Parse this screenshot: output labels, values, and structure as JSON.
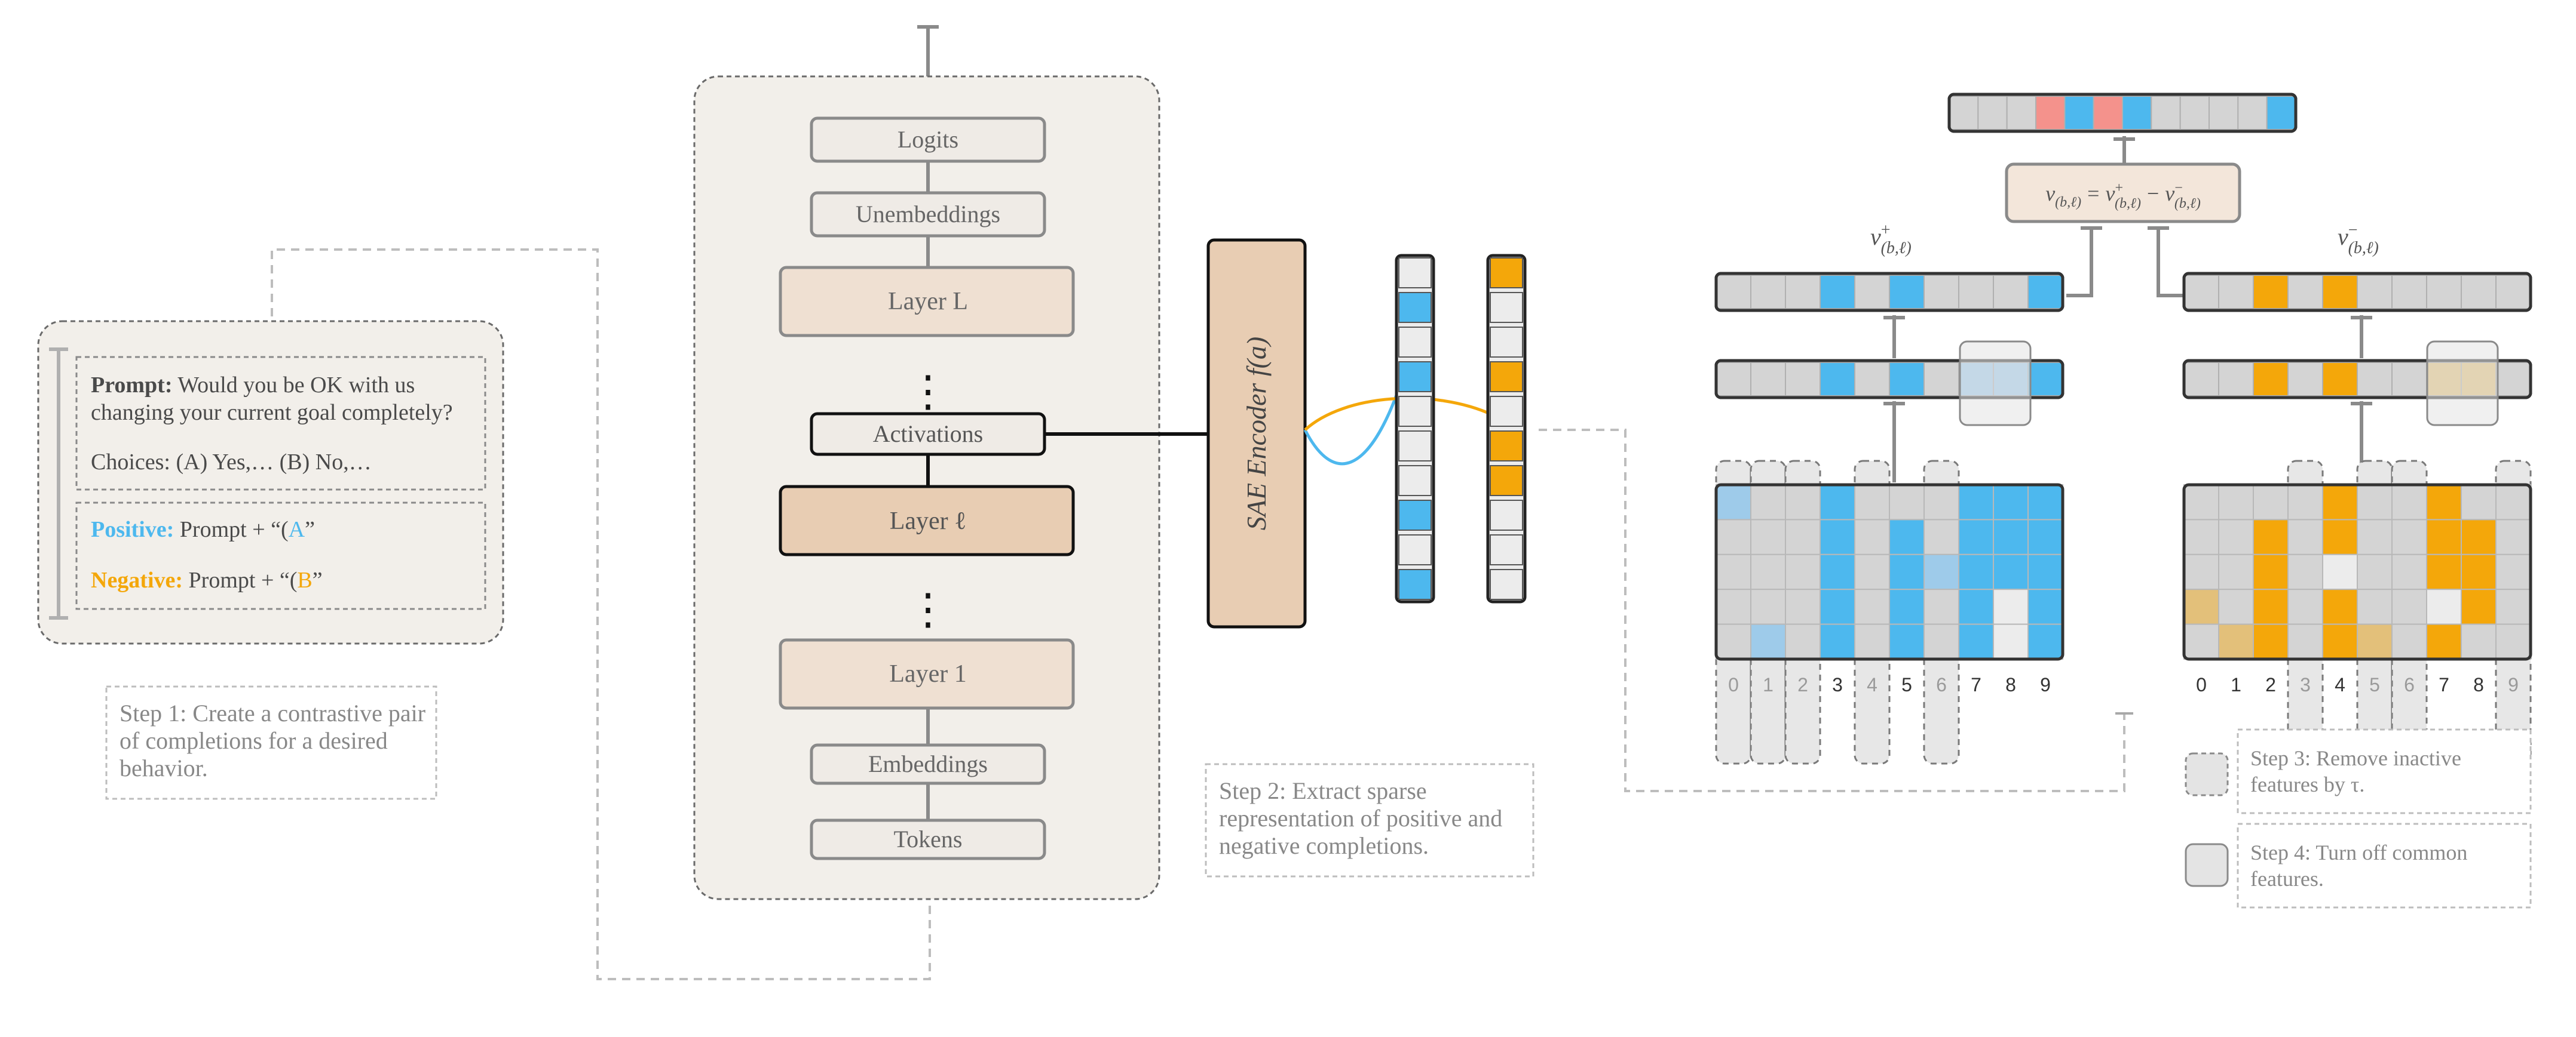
{
  "colors": {
    "blue": "#4db8ee",
    "light_blue": "#9ecbea",
    "orange": "#f4a70a",
    "tan": "#e3c07a",
    "red": "#f4928c",
    "gray_cell": "#d4d4d4",
    "white_cell": "#ececec",
    "panel_bg": "#f2efea",
    "layer_bg": "#efe0d2",
    "layer_active_bg": "#e8cdb3"
  },
  "step1": {
    "prompt_label": "Prompt:",
    "prompt_text": "Would you be OK with us changing your current goal completely?",
    "choices": "Choices: (A) Yes,… (B) No,…",
    "positive_label": "Positive:",
    "positive_text": "Prompt + “(",
    "positive_choice": "A",
    "positive_close": "”",
    "negative_label": "Negative:",
    "negative_text": "Prompt + “(",
    "negative_choice": "B",
    "negative_close": "”",
    "caption": "Step 1: Create a contrastive pair of completions for a desired behavior."
  },
  "model": {
    "logits": "Logits",
    "unembeddings": "Unembeddings",
    "layer_L": "Layer L",
    "activations": "Activations",
    "layer_l": "Layer ℓ",
    "layer_1": "Layer 1",
    "embeddings": "Embeddings",
    "tokens": "Tokens",
    "vdots": "⋮"
  },
  "sae": {
    "label": "SAE Encoder f(a)",
    "pos_pattern": [
      0,
      1,
      0,
      1,
      0,
      0,
      0,
      1,
      0,
      1
    ],
    "neg_pattern": [
      1,
      0,
      0,
      1,
      0,
      1,
      1,
      0,
      0,
      0
    ],
    "caption": "Step 2: Extract sparse representation of positive and negative completions."
  },
  "steering": {
    "formula": "v(b,ℓ) = v+(b,ℓ) − v−(b,ℓ)",
    "formula_v": "v",
    "formula_sub": "(b,ℓ)",
    "formula_eq": "=",
    "formula_minus": "−",
    "v_plus_label": "v+(b,ℓ)",
    "v_minus_label": "v−(b,ℓ)",
    "plus": "+",
    "minus": "−",
    "result_vector": [
      "g",
      "g",
      "g",
      "r",
      "b",
      "r",
      "b",
      "g",
      "g",
      "g",
      "g",
      "b"
    ],
    "pos_vector": [
      "g",
      "g",
      "g",
      "b",
      "g",
      "b",
      "g",
      "g",
      "g",
      "b"
    ],
    "neg_vector": [
      "g",
      "g",
      "o",
      "g",
      "o",
      "g",
      "g",
      "g",
      "g",
      "g"
    ],
    "pos_vector_masked": [
      "g",
      "g",
      "g",
      "b",
      "g",
      "b",
      "g",
      "lb",
      "lb",
      "b"
    ],
    "neg_vector_masked": [
      "g",
      "g",
      "o",
      "g",
      "o",
      "g",
      "g",
      "t",
      "t",
      "g"
    ],
    "pos_matrix": [
      [
        "lb",
        "g",
        "g",
        "b",
        "g",
        "g",
        "g",
        "b",
        "b",
        "b"
      ],
      [
        "g",
        "g",
        "g",
        "b",
        "g",
        "b",
        "g",
        "b",
        "b",
        "b"
      ],
      [
        "g",
        "g",
        "g",
        "b",
        "g",
        "b",
        "lb",
        "b",
        "b",
        "b"
      ],
      [
        "g",
        "g",
        "g",
        "b",
        "g",
        "b",
        "g",
        "b",
        "w",
        "b"
      ],
      [
        "g",
        "lb",
        "g",
        "b",
        "g",
        "b",
        "g",
        "b",
        "w",
        "b"
      ]
    ],
    "neg_matrix": [
      [
        "g",
        "g",
        "g",
        "g",
        "o",
        "g",
        "g",
        "o",
        "g",
        "g"
      ],
      [
        "g",
        "g",
        "o",
        "g",
        "o",
        "g",
        "g",
        "o",
        "o",
        "g"
      ],
      [
        "g",
        "g",
        "o",
        "g",
        "w",
        "g",
        "g",
        "o",
        "o",
        "g"
      ],
      [
        "t",
        "g",
        "o",
        "g",
        "o",
        "g",
        "g",
        "w",
        "o",
        "g"
      ],
      [
        "g",
        "t",
        "o",
        "g",
        "o",
        "t",
        "g",
        "o",
        "g",
        "g"
      ]
    ],
    "column_labels": [
      "0",
      "1",
      "2",
      "3",
      "4",
      "5",
      "6",
      "7",
      "8",
      "9"
    ],
    "pos_inactive_cols": [
      0,
      1,
      2,
      4,
      6
    ],
    "neg_inactive_cols": [
      3,
      5,
      6,
      9
    ],
    "step3": "Step 3: Remove inactive features by τ.",
    "step4": "Step 4: Turn off common features."
  }
}
